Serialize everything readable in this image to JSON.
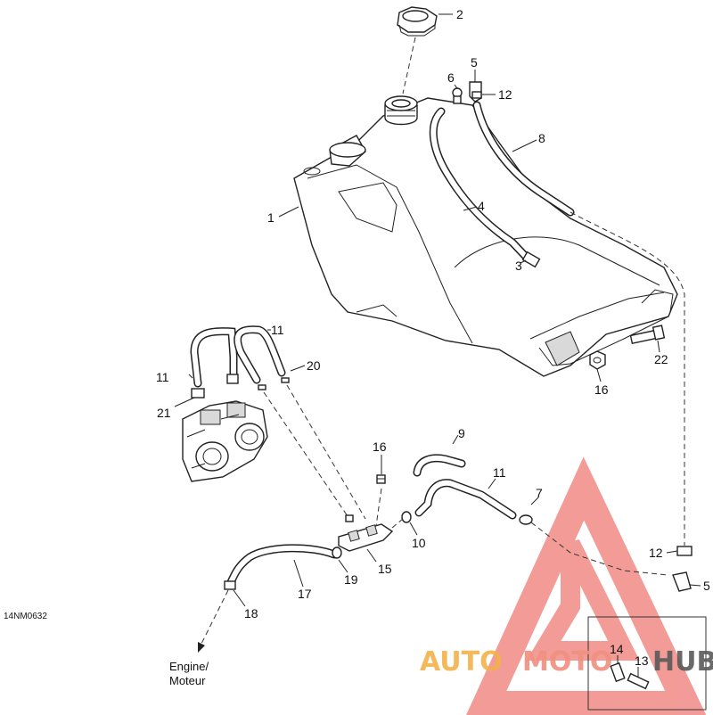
{
  "diagram": {
    "drawing_code": "14NM0632",
    "engine_label_line1": "Engine/",
    "engine_label_line2": "Moteur",
    "callouts": {
      "c1": "1",
      "c2": "2",
      "c3": "3",
      "c4": "4",
      "c5a": "5",
      "c5b": "5",
      "c6": "6",
      "c7": "7",
      "c8": "8",
      "c9": "9",
      "c10": "10",
      "c11a": "11",
      "c11b": "11",
      "c11c": "11",
      "c12a": "12",
      "c12b": "12",
      "c13": "13",
      "c14": "14",
      "c15": "15",
      "c16a": "16",
      "c16b": "16",
      "c17": "17",
      "c18": "18",
      "c19": "19",
      "c20": "20",
      "c21": "21",
      "c22": "22"
    }
  },
  "watermark": {
    "text_auto": "AUTO",
    "text_moto": "MOTO",
    "text_hub": "HUB",
    "color_triangle": "#f08a86",
    "color_auto": "#f3b24a",
    "color_moto": "#f0907f",
    "color_hub": "#5a5a5a"
  }
}
